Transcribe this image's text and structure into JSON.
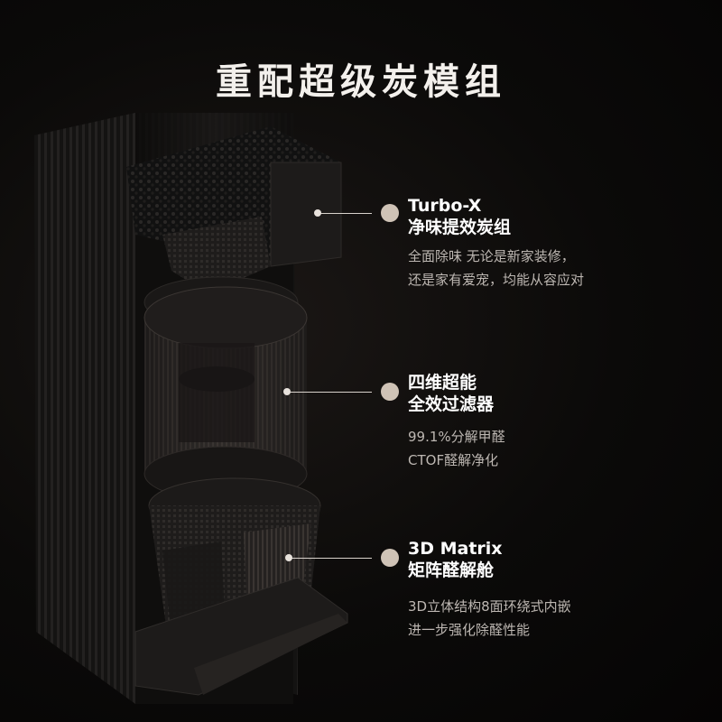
{
  "title": "重配超级炭模组",
  "accent_dot_color": "#cfc3b6",
  "callouts": [
    {
      "heading_line1": "Turbo-X",
      "heading_line2": "净味提效炭组",
      "desc_line1": "全面除味 无论是新家装修，",
      "desc_line2": "还是家有爱宠，均能从容应对"
    },
    {
      "heading_line1": "四维超能",
      "heading_line2": "全效过滤器",
      "desc_line1": "99.1%分解甲醛",
      "desc_line2": "CTOF醛解净化"
    },
    {
      "heading_line1": "3D Matrix",
      "heading_line2": "矩阵醛解舱",
      "desc_line1": "3D立体结构8面环绕式内嵌",
      "desc_line2": "进一步强化除醛性能"
    }
  ]
}
